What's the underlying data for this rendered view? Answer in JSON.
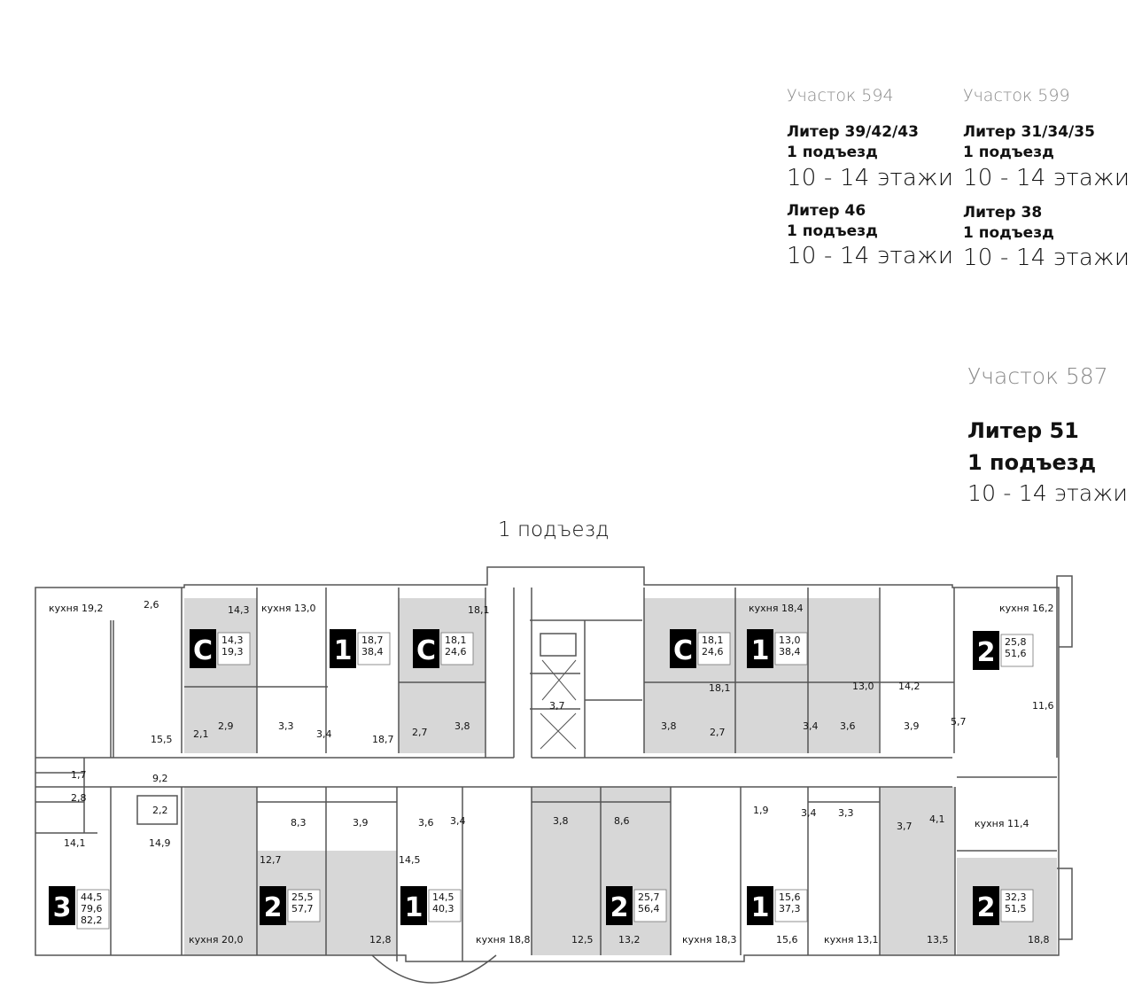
{
  "sections": [
    {
      "plot": "Участок 594",
      "liters": [
        {
          "liter": "Литер 39/42/43",
          "entrance": "1 подъезд",
          "floors": "10 - 14 этажи"
        },
        {
          "liter": "Литер 46",
          "entrance": "1 подъезд",
          "floors": "10 - 14 этажи"
        }
      ]
    },
    {
      "plot": "Участок 599",
      "liters": [
        {
          "liter": "Литер 31/34/35",
          "entrance": "1 подъезд",
          "floors": "10 - 14 этажи"
        },
        {
          "liter": "Литер 38",
          "entrance": "1 подъезд",
          "floors": "10 - 14 этажи"
        }
      ]
    },
    {
      "plot": "Участок 587",
      "liters": [
        {
          "liter": "Литер 51",
          "entrance": "1 подъезд",
          "floors": "10 - 14 этажи"
        }
      ]
    }
  ],
  "plan": {
    "entrance_label": "1 подъезд",
    "colors": {
      "unit_fill": "#c9c9c9",
      "wall": "#555555",
      "badge": "#000000"
    },
    "badges": [
      {
        "type": "С",
        "a": "14,3",
        "b": "19,3"
      },
      {
        "type": "1",
        "a": "18,7",
        "b": "38,4"
      },
      {
        "type": "С",
        "a": "18,1",
        "b": "24,6"
      },
      {
        "type": "С",
        "a": "18,1",
        "b": "24,6"
      },
      {
        "type": "1",
        "a": "13,0",
        "b": "38,4"
      },
      {
        "type": "2",
        "a": "25,8",
        "b": "51,6"
      },
      {
        "type": "3",
        "a": "44,5",
        "b": "79,6",
        "c": "82,2"
      },
      {
        "type": "2",
        "a": "25,5",
        "b": "57,7"
      },
      {
        "type": "1",
        "a": "14,5",
        "b": "40,3"
      },
      {
        "type": "2",
        "a": "25,7",
        "b": "56,4"
      },
      {
        "type": "1",
        "a": "15,6",
        "b": "37,3"
      },
      {
        "type": "2",
        "a": "32,3",
        "b": "51,5"
      }
    ],
    "labels": [
      "кухня 19,2",
      "2,6",
      "14,3",
      "кухня 13,0",
      "18,1",
      "кухня 18,4",
      "кухня 16,2",
      "3,7",
      "15,5",
      "2,1",
      "2,9",
      "3,3",
      "3,4",
      "18,7",
      "2,7",
      "3,8",
      "3,8",
      "2,7",
      "18,1",
      "13,0",
      "14,2",
      "3,4",
      "3,6",
      "3,9",
      "5,7",
      "11,6",
      "1,7",
      "9,2",
      "2,8",
      "2,2",
      "8,3",
      "3,9",
      "3,6",
      "3,4",
      "3,8",
      "8,6",
      "1,9",
      "3,4",
      "3,3",
      "3,7",
      "4,1",
      "кухня 11,4",
      "14,1",
      "14,9",
      "12,7",
      "14,5",
      "кухня 20,0",
      "12,8",
      "кухня 18,8",
      "12,5",
      "13,2",
      "кухня 18,3",
      "15,6",
      "кухня 13,1",
      "13,5",
      "18,8"
    ]
  }
}
